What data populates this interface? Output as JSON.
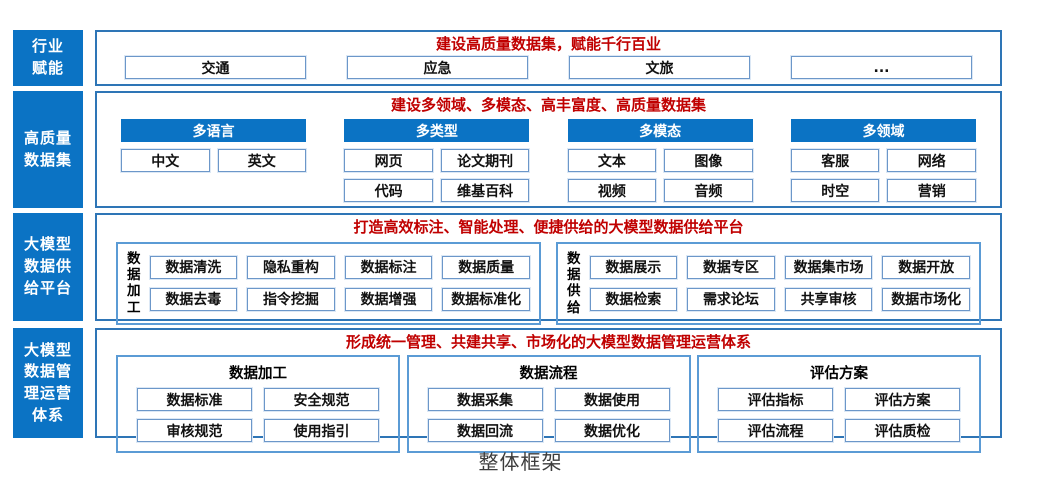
{
  "caption": "整体框架",
  "row1": {
    "label": "行业\n赋能",
    "title": "建设高质量数据集，赋能千行百业",
    "boxes": [
      "交通",
      "应急",
      "文旅",
      "..."
    ]
  },
  "row2": {
    "label": "高质量\n数据集",
    "title": "建设多领域、多模态、高丰富度、高质量数据集",
    "columns": [
      {
        "header": "多语言",
        "items": [
          "中文",
          "英文"
        ]
      },
      {
        "header": "多类型",
        "items": [
          "网页",
          "论文期刊",
          "代码",
          "维基百科"
        ]
      },
      {
        "header": "多模态",
        "items": [
          "文本",
          "图像",
          "视频",
          "音频"
        ]
      },
      {
        "header": "多领域",
        "items": [
          "客服",
          "网络",
          "时空",
          "营销"
        ]
      }
    ]
  },
  "row3": {
    "label": "大模型\n数据供\n给平台",
    "title": "打造高效标注、智能处理、便捷供给的大模型数据供给平台",
    "groups": [
      {
        "vlabel": "数\n据\n加\n工",
        "items": [
          "数据清洗",
          "隐私重构",
          "数据标注",
          "数据质量",
          "数据去毒",
          "指令挖掘",
          "数据增强",
          "数据标准化"
        ]
      },
      {
        "vlabel": "数\n据\n供\n给",
        "items": [
          "数据展示",
          "数据专区",
          "数据集市场",
          "数据开放",
          "数据检索",
          "需求论坛",
          "共享审核",
          "数据市场化"
        ]
      }
    ]
  },
  "row4": {
    "label": "大模型\n数据管\n理运营\n体系",
    "title": "形成统一管理、共建共享、市场化的大模型数据管理运营体系",
    "groups": [
      {
        "header": "数据加工",
        "items": [
          "数据标准",
          "安全规范",
          "审核规范",
          "使用指引"
        ]
      },
      {
        "header": "数据流程",
        "items": [
          "数据采集",
          "数据使用",
          "数据回流",
          "数据优化"
        ]
      },
      {
        "header": "评估方案",
        "items": [
          "评估指标",
          "评估方案",
          "评估流程",
          "评估质检"
        ]
      }
    ]
  },
  "colors": {
    "blue": "#0b73c4",
    "panel_border": "#2e75b6",
    "group_border": "#5b9bd5",
    "red_title": "#c00000"
  }
}
